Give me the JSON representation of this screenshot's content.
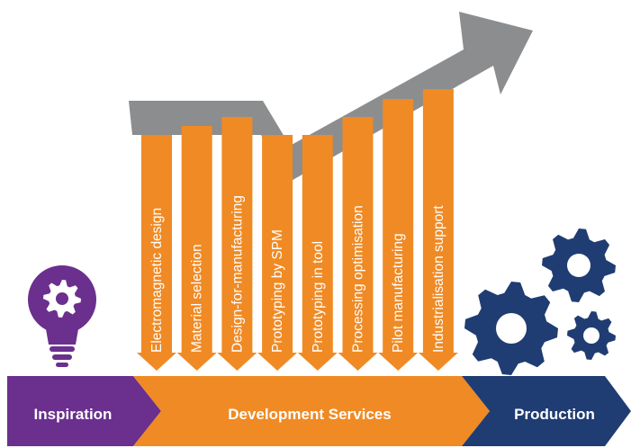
{
  "stages": {
    "inspiration": "Inspiration",
    "development": "Development Services",
    "production": "Production"
  },
  "services": [
    "Electromagnetic design",
    "Material selection",
    "Design-for-manufacturing",
    "Prototyping by SPM",
    "Prototyping in tool",
    "Processing optimisation",
    "Pilot manufacturing",
    "Industrialisation support"
  ],
  "colors": {
    "purple": "#6b2f8e",
    "orange": "#f08a24",
    "navy": "#1f3d73",
    "grey": "#8b8d8f"
  },
  "icons": [
    "lightbulb-gear-icon",
    "gears-icon",
    "trend-arrow-icon"
  ]
}
